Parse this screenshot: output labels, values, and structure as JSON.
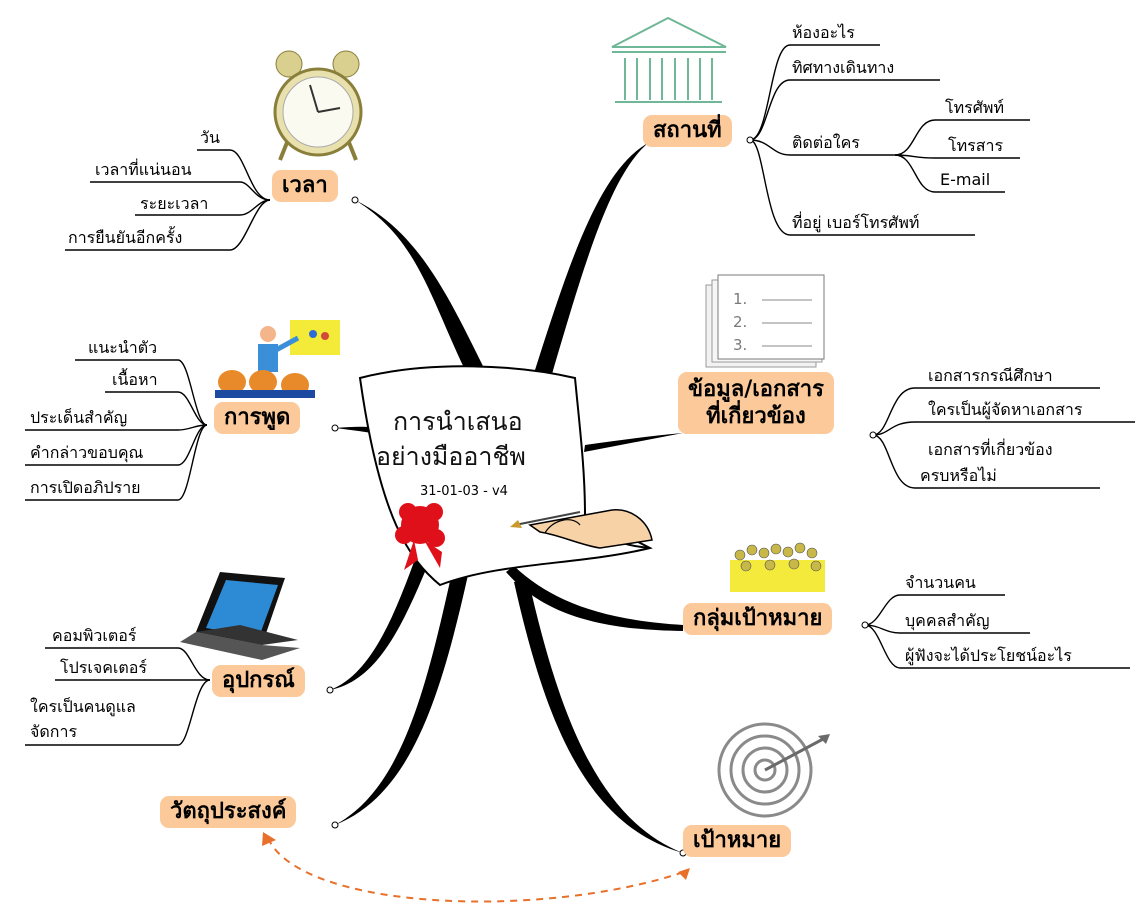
{
  "center": {
    "line1": "การนำเสนอ",
    "line2": "อย่างมืออาชีพ",
    "date": "31-01-03 - v4"
  },
  "colors": {
    "topic_fill": "#fbc99a",
    "branch": "#000000",
    "dashed_link": "#e8702a"
  },
  "topics": {
    "time": {
      "label": "เวลา",
      "icon": "alarm-clock-icon",
      "items": [
        "วัน",
        "เวลาที่แน่นอน",
        "ระยะเวลา",
        "การยืนยันอีกครั้ง"
      ]
    },
    "place": {
      "label": "สถานที่",
      "icon": "building-icon",
      "items": [
        "ห้องอะไร",
        "ทิศทางเดินทาง",
        "ติดต่อใคร",
        "ที่อยู่ เบอร์โทรศัพท์"
      ],
      "contact_items": [
        "โทรศัพท์",
        "โทรสาร",
        "E-mail"
      ]
    },
    "docs": {
      "label_line1": "ข้อมูล/เอกสาร",
      "label_line2": "ที่เกี่ยวข้อง",
      "icon": "checklist-icon",
      "checklist": [
        "1.",
        "2.",
        "3."
      ],
      "items": [
        "เอกสารกรณีศึกษา",
        "ใครเป็นผู้จัดหาเอกสาร",
        "เอกสารที่เกี่ยวข้อง",
        "ครบหรือไม่"
      ]
    },
    "speech": {
      "label": "การพูด",
      "icon": "presenter-icon",
      "items": [
        "แนะนำตัว",
        "เนื้อหา",
        "ประเด็นสำคัญ",
        "คำกล่าวขอบคุณ",
        "การเปิดอภิปราย"
      ]
    },
    "audience": {
      "label": "กลุ่มเป้าหมาย",
      "icon": "crowd-icon",
      "items": [
        "จำนวนคน",
        "บุคคลสำคัญ",
        "ผู้ฟังจะได้ประโยชน์อะไร"
      ]
    },
    "equipment": {
      "label": "อุปกรณ์",
      "icon": "laptop-icon",
      "items": [
        "คอมพิวเตอร์",
        "โปรเจคเตอร์",
        "ใครเป็นคนดูแล",
        "จัดการ"
      ]
    },
    "objective": {
      "label": "วัตถุประสงค์"
    },
    "target": {
      "label": "เป้าหมาย",
      "icon": "target-icon"
    }
  }
}
